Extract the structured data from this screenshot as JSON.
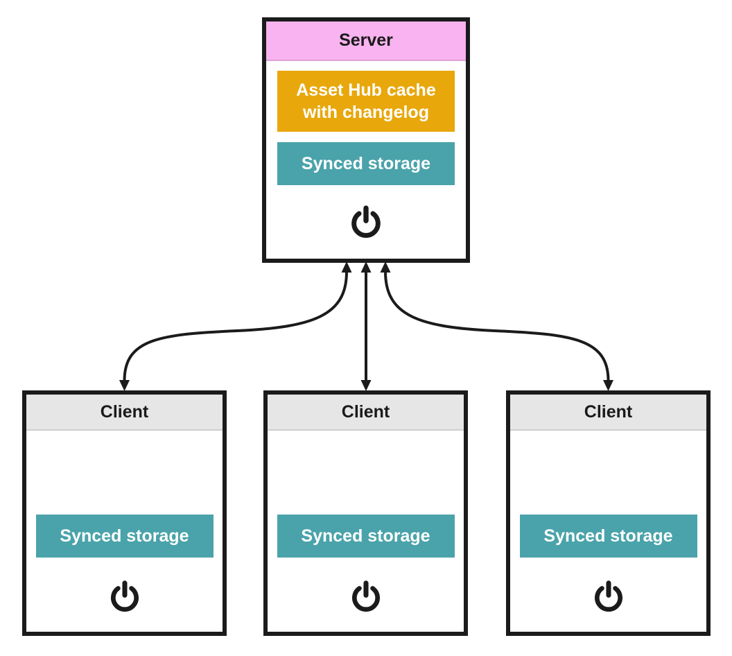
{
  "server": {
    "title": "Server",
    "cache_label": "Asset Hub cache with changelog",
    "storage_label": "Synced storage",
    "power_icon": "power-icon"
  },
  "clients": [
    {
      "title": "Client",
      "storage_label": "Synced storage",
      "power_icon": "power-icon"
    },
    {
      "title": "Client",
      "storage_label": "Synced storage",
      "power_icon": "power-icon"
    },
    {
      "title": "Client",
      "storage_label": "Synced storage",
      "power_icon": "power-icon"
    }
  ],
  "arrows": {
    "count": 3,
    "style": "double-headed",
    "description": "bidirectional sync arrows between server and each client"
  },
  "colors": {
    "server_header": "#f8b3f0",
    "cache_box": "#e8a70b",
    "storage_box": "#4aa3aa",
    "client_header": "#e6e6e6",
    "box_border": "#1b1b1b",
    "arrow": "#1b1b1b",
    "header_text": "#1a1a1a",
    "box_text": "#ffffff",
    "background": "#ffffff"
  }
}
